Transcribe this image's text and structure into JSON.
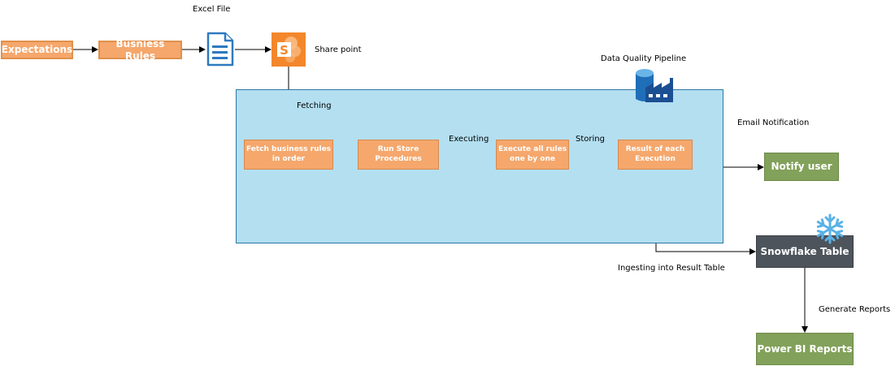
{
  "labels": {
    "excel_file": "Excel File",
    "share_point": "Share point",
    "data_quality_pipeline": "Data Quality Pipeline",
    "fetching": "Fetching",
    "executing": "Executing",
    "storing": "Storing",
    "email_notification": "Email Notification",
    "ingesting": "Ingesting into Result Table",
    "generate_reports": "Generate Reports"
  },
  "nodes": {
    "expectations": "Expectations",
    "business_rules": "Busniess Rules",
    "fetch_rules_line1": "Fetch business rules",
    "fetch_rules_line2": "in order",
    "run_procedures_line1": "Run Store",
    "run_procedures_line2": "Procedures",
    "execute_rules_line1": "Execute all rules",
    "execute_rules_line2": "one by one",
    "result_line1": "Result of each",
    "result_line2": "Execution",
    "notify_user": "Notify user",
    "snowflake_table": "Snowflake Table",
    "power_bi": "Power BI Reports"
  },
  "icons": {
    "excel_file": "document-icon",
    "share_point": "sharepoint-icon",
    "pipeline": "data-factory-icon",
    "snowflake": "snowflake-icon"
  },
  "colors": {
    "orange": "#f5a76c",
    "green": "#82a15a",
    "dark": "#4e545b",
    "panel": "#b3dff1"
  }
}
